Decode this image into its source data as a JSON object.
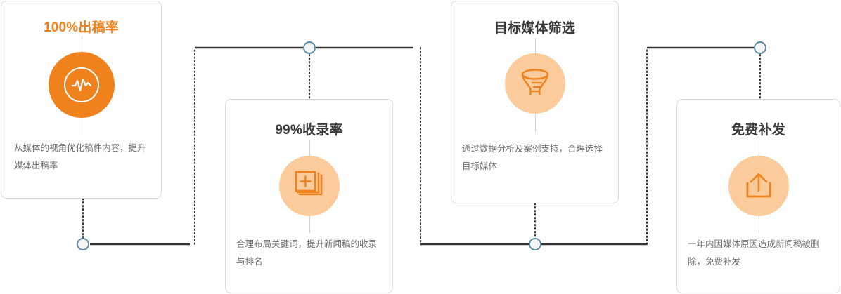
{
  "diagram": {
    "title_text_color_accent": "#f0821e",
    "title_text_color_dark": "#3a3a3a",
    "icon_solid_color": "#f0821e",
    "icon_tint_color": "#fbcb9b",
    "node_border_color": "#5f8ca8",
    "connector_color": "#333333",
    "card_border_color": "#d9dadb"
  },
  "cards": [
    {
      "id": "card-1",
      "title": "100%出稿率",
      "title_style": "accent",
      "icon": "pulse-icon",
      "icon_style": "solid",
      "description": "从媒体的视角优化稿件内容，提升媒体出稿率"
    },
    {
      "id": "card-2",
      "title": "99%收录率",
      "title_style": "dark",
      "icon": "add-pages-icon",
      "icon_style": "tint",
      "description": "合理布局关键词，提升新闻稿的收录与排名"
    },
    {
      "id": "card-3",
      "title": "目标媒体筛选",
      "title_style": "dark",
      "icon": "funnel-filter-icon",
      "icon_style": "tint",
      "description": "通过数据分析及案例支持，合理选择目标媒体"
    },
    {
      "id": "card-4",
      "title": "免费补发",
      "title_style": "dark",
      "icon": "upload-icon",
      "icon_style": "tint",
      "description": "一年内因媒体原因造成新闻稿被删除，免费补发"
    }
  ],
  "nodes": [
    {
      "id": "node-1",
      "name": "connector-node-left"
    },
    {
      "id": "node-2",
      "name": "connector-node-top-left"
    },
    {
      "id": "node-3",
      "name": "connector-node-bottom-center"
    },
    {
      "id": "node-4",
      "name": "connector-node-top-right"
    }
  ]
}
